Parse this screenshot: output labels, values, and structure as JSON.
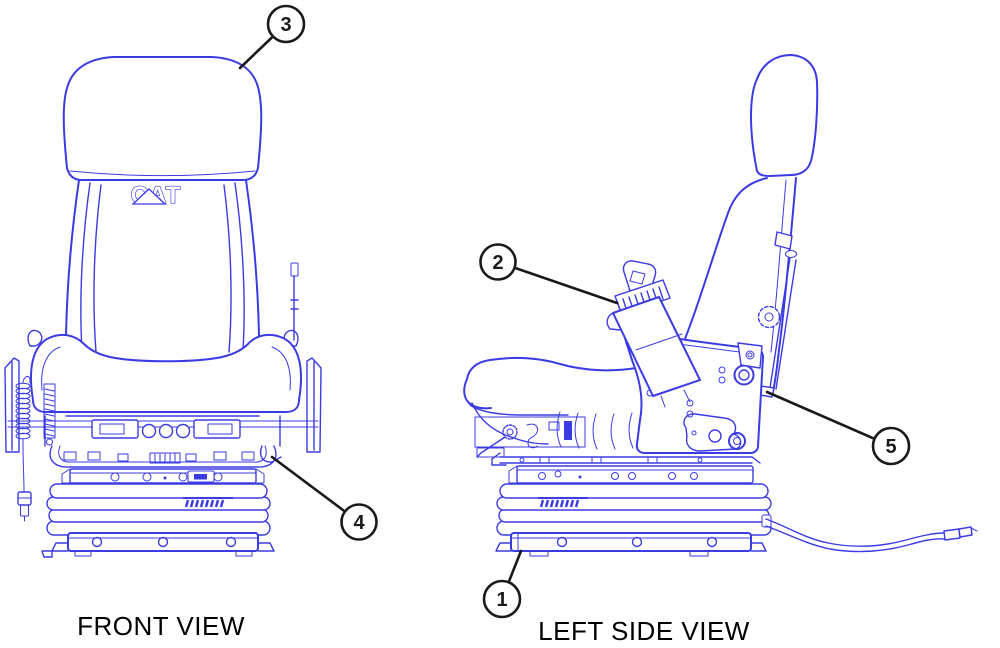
{
  "diagram": {
    "background_color": "#ffffff",
    "line_art_color": "#3b3be3",
    "callout_color": "#1a1a1a",
    "label_color": "#000000",
    "views": [
      {
        "label": "FRONT VIEW"
      },
      {
        "label": "LEFT SIDE VIEW"
      }
    ],
    "seat_logo": {
      "text": "CAT"
    },
    "callouts": [
      {
        "number": "1"
      },
      {
        "number": "2"
      },
      {
        "number": "3"
      },
      {
        "number": "4"
      },
      {
        "number": "5"
      }
    ]
  }
}
